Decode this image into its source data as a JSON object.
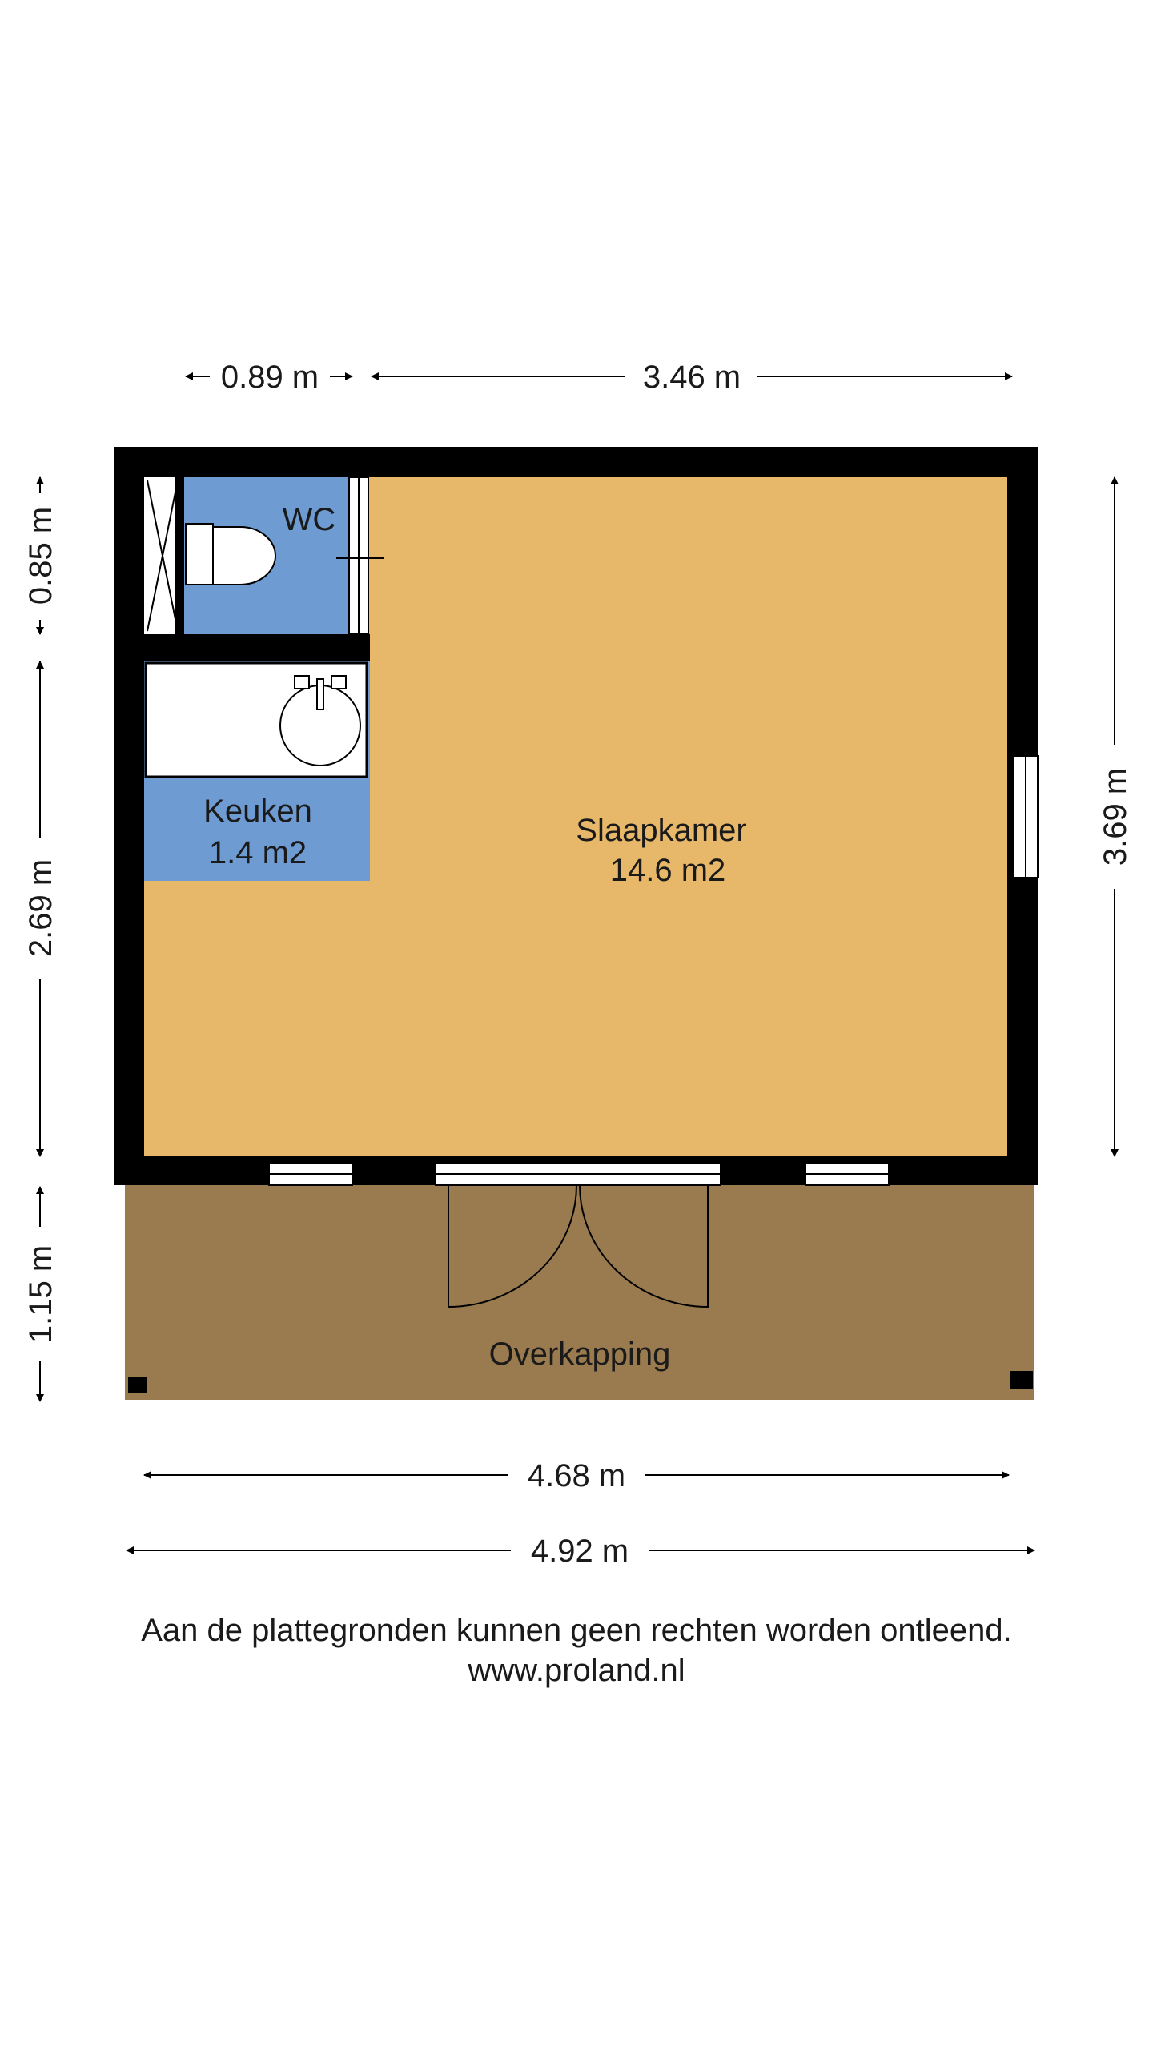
{
  "dimensions": {
    "top_left": "0.89 m",
    "top_right": "3.46 m",
    "left_upper": "0.85 m",
    "left_middle": "2.69 m",
    "left_lower": "1.15 m",
    "right": "3.69 m",
    "bottom_inner": "4.68 m",
    "bottom_outer": "4.92 m"
  },
  "rooms": {
    "wc": {
      "name": "WC"
    },
    "keuken": {
      "name": "Keuken",
      "area": "1.4 m2"
    },
    "slaapkamer": {
      "name": "Slaapkamer",
      "area": "14.6 m2"
    },
    "overkapping": {
      "name": "Overkapping"
    }
  },
  "footer": {
    "disclaimer": "Aan de plattegronden kunnen geen rechten worden ontleend.",
    "website": "www.proland.nl"
  },
  "colors": {
    "wall": "#000000",
    "slaapkamer": "#E8B86A",
    "wet_rooms": "#6E9BD2",
    "overkapping": "#9A7A4F",
    "counter": "#FFFFFF"
  }
}
